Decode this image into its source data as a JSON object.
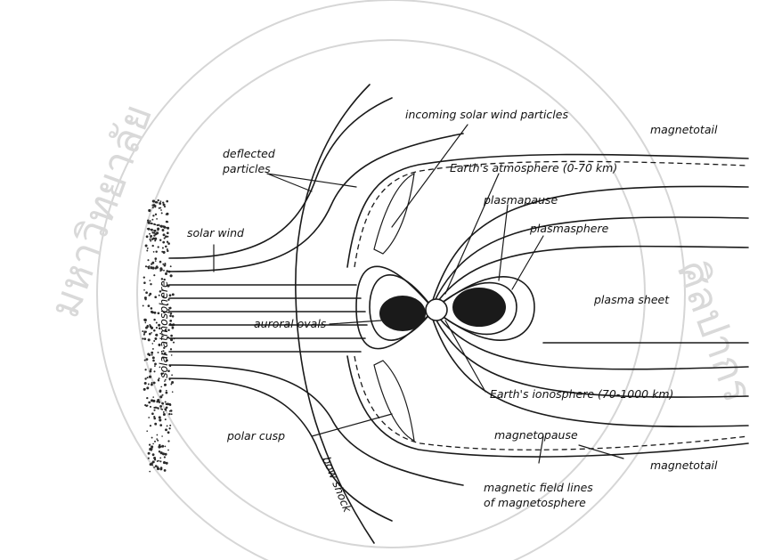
{
  "labels": {
    "incoming_solar_wind": "incoming solar wind particles",
    "magnetotail_top": "magnetotail",
    "deflected_particles_1": "deflected",
    "deflected_particles_2": "particles",
    "earths_atmosphere": "Earth's atmosphere (0-70 km)",
    "plasmapause": "plasmapause",
    "plasmasphere": "plasmasphere",
    "solar_wind": "solar wind",
    "solar_atmosphere": "solar atmosphere",
    "plasma_sheet": "plasma sheet",
    "auroral_ovals": "auroral ovals",
    "earths_ionosphere": "Earth's ionosphere (70-1000 km)",
    "polar_cusp": "polar cusp",
    "magnetopause": "magnetopause",
    "magnetotail_bottom": "magnetotail",
    "magnetic_field_lines_1": "magnetic field lines",
    "magnetic_field_lines_2": "of magnetosphere",
    "bow_shock": "bow shock"
  },
  "colors": {
    "ink": "#1a1a1a",
    "watermark": "#d6d6d6"
  }
}
